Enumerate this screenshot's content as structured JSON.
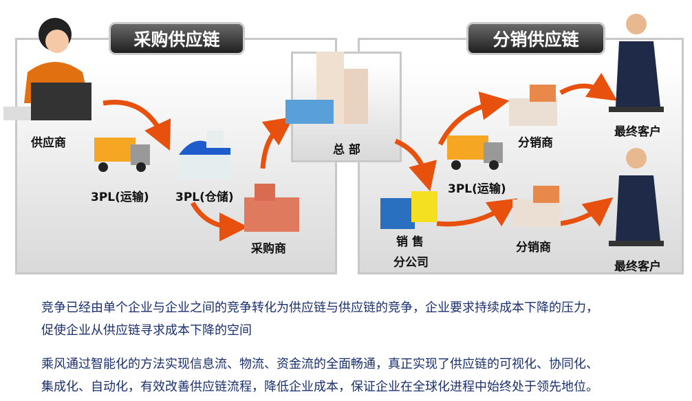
{
  "left_panel": {
    "title": "采购供应链",
    "supplier": "供应商",
    "transport": "3PL(运输)",
    "warehouse": "3PL(仓储)",
    "purchaser": "采购商"
  },
  "hq": {
    "label": "总 部"
  },
  "right_panel": {
    "title": "分销供应链",
    "distributor_top": "分销商",
    "transport": "3PL(运输)",
    "branch_line1": "销 售",
    "branch_line2": "分公司",
    "distributor_bottom": "分销商",
    "customer_top": "最终客户",
    "customer_bottom": "最终客户"
  },
  "description": {
    "p1_line1": "竞争已经由单个企业与企业之间的竞争转化为供应链与供应链的竞争，企业要求持续成本下降的压力，",
    "p1_line2": "促使企业从供应链寻求成本下降的空间",
    "p2_line1": "乘风通过智能化的方法实现信息流、物流、资金流的全面畅通，真正实现了供应链的可视化、协同化、",
    "p2_line2": "集成化、自动化，有效改善供应链流程，降低企业成本，保证企业在全球化进程中始终处于领先地位。"
  },
  "colors": {
    "arrow": "#e8500e",
    "text": "#1a2f6e"
  }
}
